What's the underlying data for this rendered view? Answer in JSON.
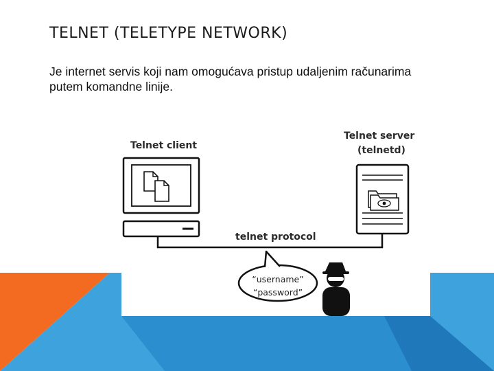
{
  "slide": {
    "title": "TELNET (TELETYPE NETWORK)",
    "body": "Je internet servis koji nam omogućava pristup udaljenim računarima putem komandne linije."
  },
  "diagram": {
    "client_label": "Telnet client",
    "server_label_line1": "Telnet server",
    "server_label_line2": "(telnetd)",
    "protocol_label": "telnet protocol",
    "bubble_line1": "“username”",
    "bubble_line2": "“password”"
  },
  "colors": {
    "orange": "#f26b21",
    "blue_light": "#3ea2dc",
    "blue_mid": "#2b8fcf",
    "blue_dark": "#1f78b9",
    "outline": "#111111"
  }
}
